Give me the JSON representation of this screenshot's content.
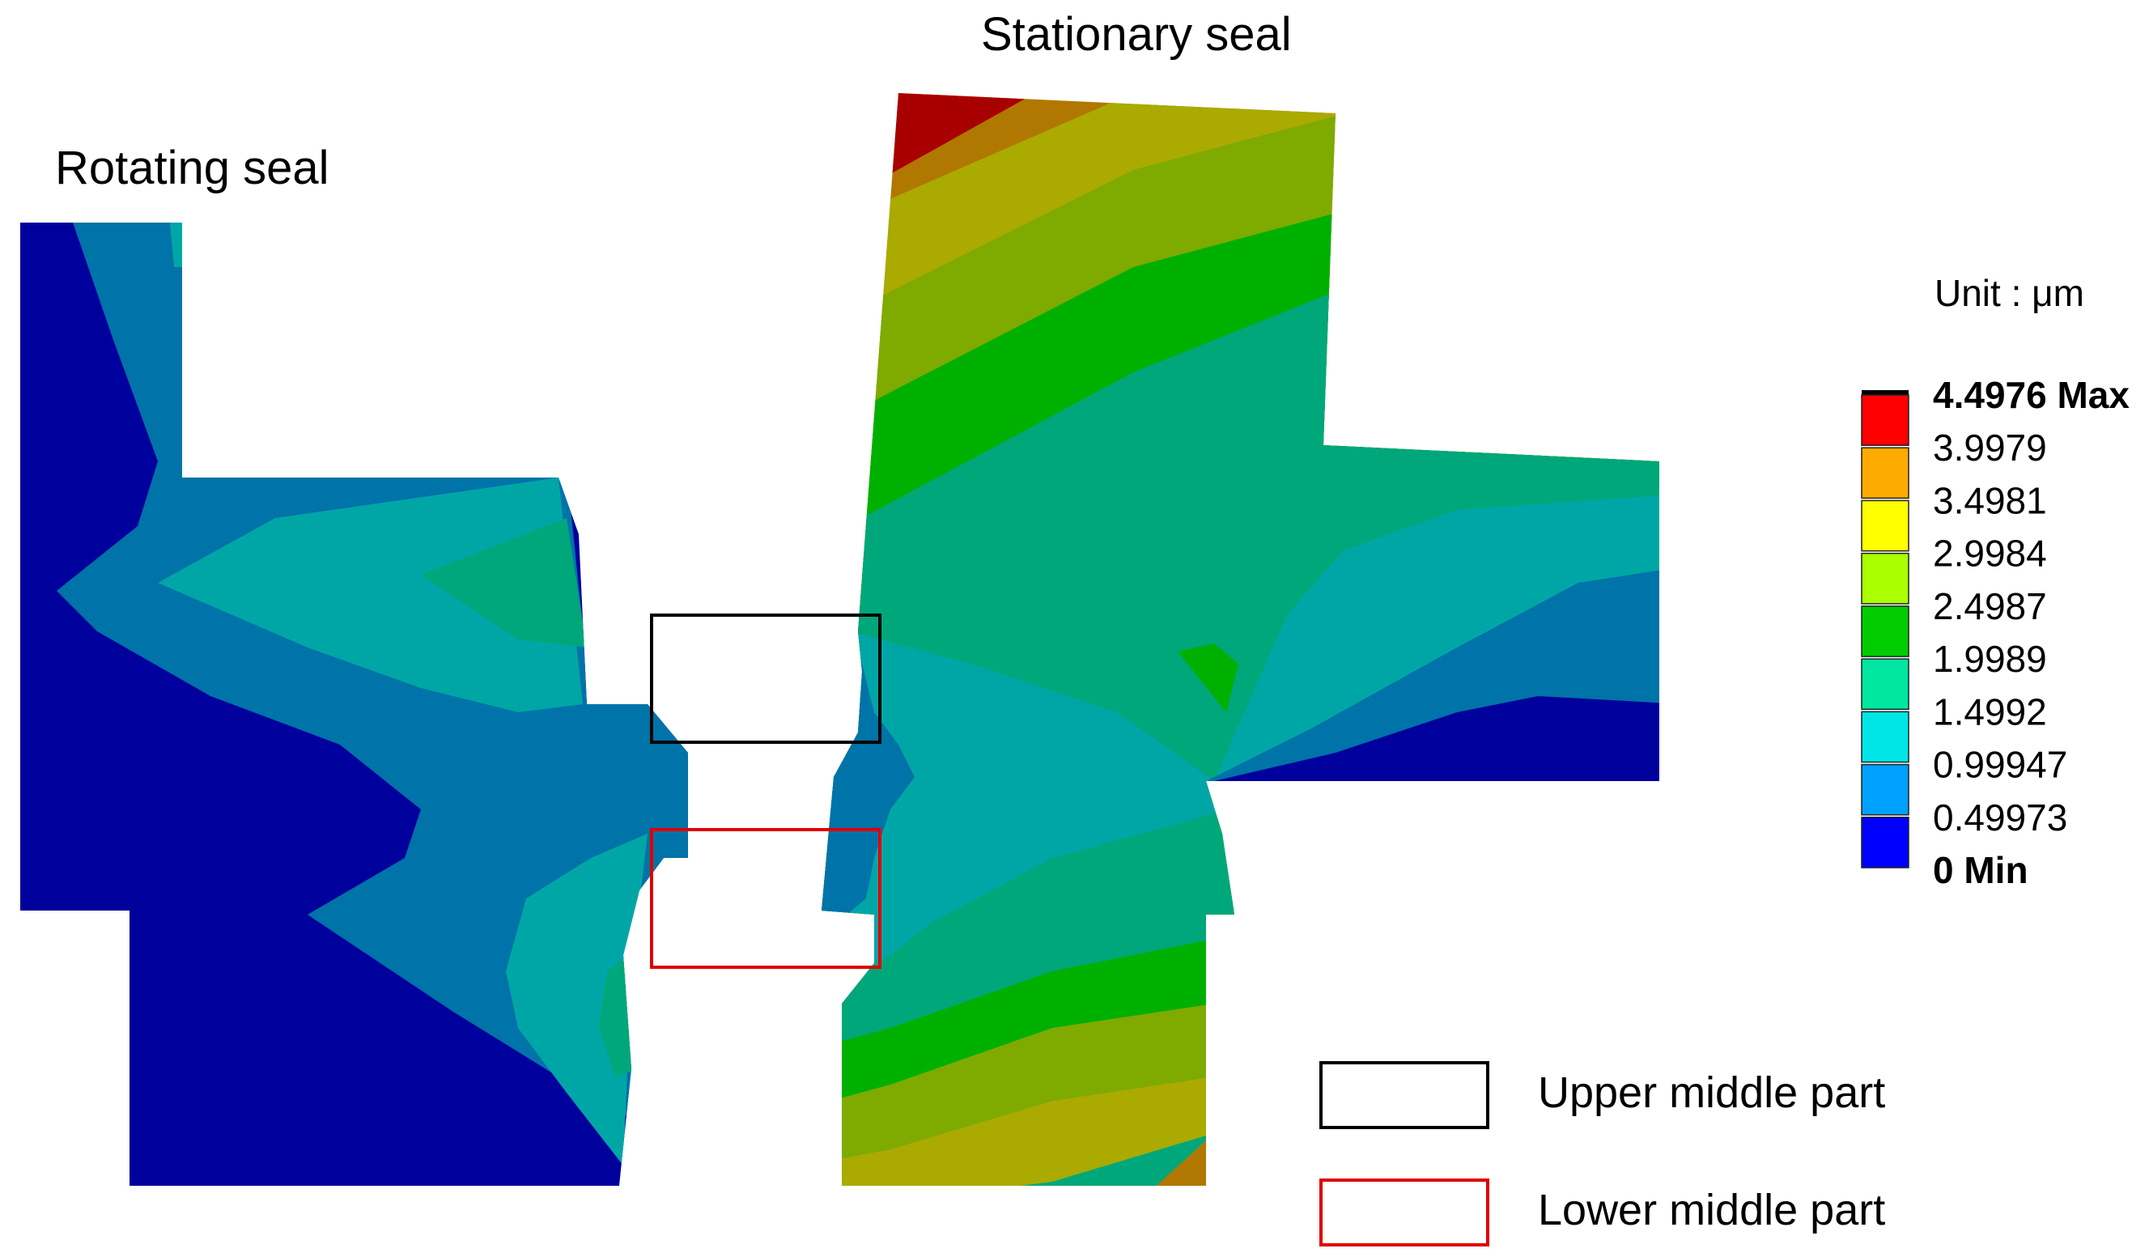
{
  "labels": {
    "rotating": "Rotating seal",
    "stationary": "Stationary seal"
  },
  "colorbar": {
    "unit": "Unit : μm",
    "entries": [
      {
        "label": "4.4976 Max",
        "value": 4.4976,
        "color": "#b20000",
        "bold": true
      },
      {
        "label": "3.9979",
        "value": 3.9979,
        "color": "#ff0000",
        "bold": false
      },
      {
        "label": "3.4981",
        "value": 3.4981,
        "color": "#ffaa00",
        "bold": false
      },
      {
        "label": "2.9984",
        "value": 2.9984,
        "color": "#ffff00",
        "bold": false
      },
      {
        "label": "2.4987",
        "value": 2.4987,
        "color": "#aaff00",
        "bold": false
      },
      {
        "label": "1.9989",
        "value": 1.9989,
        "color": "#00cc00",
        "bold": false
      },
      {
        "label": "1.4992",
        "value": 1.4992,
        "color": "#00e6a0",
        "bold": false
      },
      {
        "label": "0.99947",
        "value": 0.99947,
        "color": "#00e6e6",
        "bold": false
      },
      {
        "label": "0.49973",
        "value": 0.49973,
        "color": "#00a0ff",
        "bold": false
      },
      {
        "label": "0 Min",
        "value": 0,
        "color": "#0000ff",
        "bold": true
      }
    ]
  },
  "legend": {
    "upper": {
      "label": "Upper middle part",
      "color": "#000000"
    },
    "lower": {
      "label": "Lower middle part",
      "color": "#e00000"
    }
  },
  "palette": {
    "navy": "#00009c",
    "blue": "#0073a8",
    "teal": "#00a6a6",
    "seagreen": "#00a77a",
    "green": "#00b000",
    "olive": "#7faa00",
    "yellowolive": "#aaaa00",
    "ochre": "#b07800",
    "darkred": "#a80000"
  }
}
